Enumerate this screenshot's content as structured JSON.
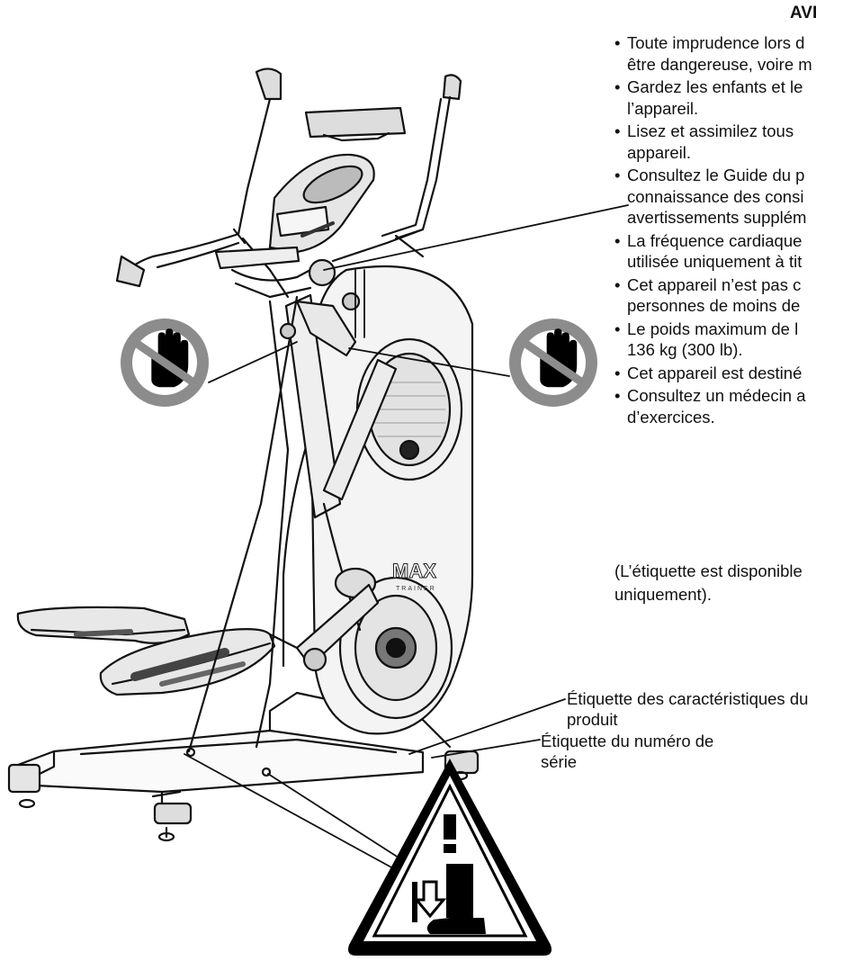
{
  "warning": {
    "title": "AVI",
    "items": [
      [
        "Toute imprudence lors d",
        "être dangereuse, voire m"
      ],
      [
        "Gardez les enfants et le",
        "l’appareil."
      ],
      [
        "Lisez et assimilez tous",
        "appareil."
      ],
      [
        "Consultez le Guide du p",
        "connaissance des consi",
        "avertissements supplém"
      ],
      [
        "La fréquence cardiaque",
        "utilisée uniquement à tit"
      ],
      [
        "Cet appareil n’est pas c",
        "personnes de moins de"
      ],
      [
        "Le poids maximum de l",
        "136 kg (300 lb)."
      ],
      [
        "Cet appareil est destiné"
      ],
      [
        "Consultez un médecin a",
        "d’exercices."
      ]
    ],
    "note_line1": "(L’étiquette est disponible",
    "note_line2": "uniquement)."
  },
  "labels": {
    "product_spec_line1": "Étiquette des caractéristiques du",
    "product_spec_line2": "produit",
    "serial_line1": "Étiquette du numéro de",
    "serial_line2": "série"
  },
  "branding": {
    "max_logo": "MAX",
    "max_sub": "TRAINER"
  },
  "icons": {
    "left_hazard": "no-hand-icon",
    "right_hazard": "no-hand-icon",
    "bottom_hazard": "foot-crush-warning-icon"
  },
  "colors": {
    "hazard_gray": "#8c8c8c",
    "ink": "#111111"
  }
}
